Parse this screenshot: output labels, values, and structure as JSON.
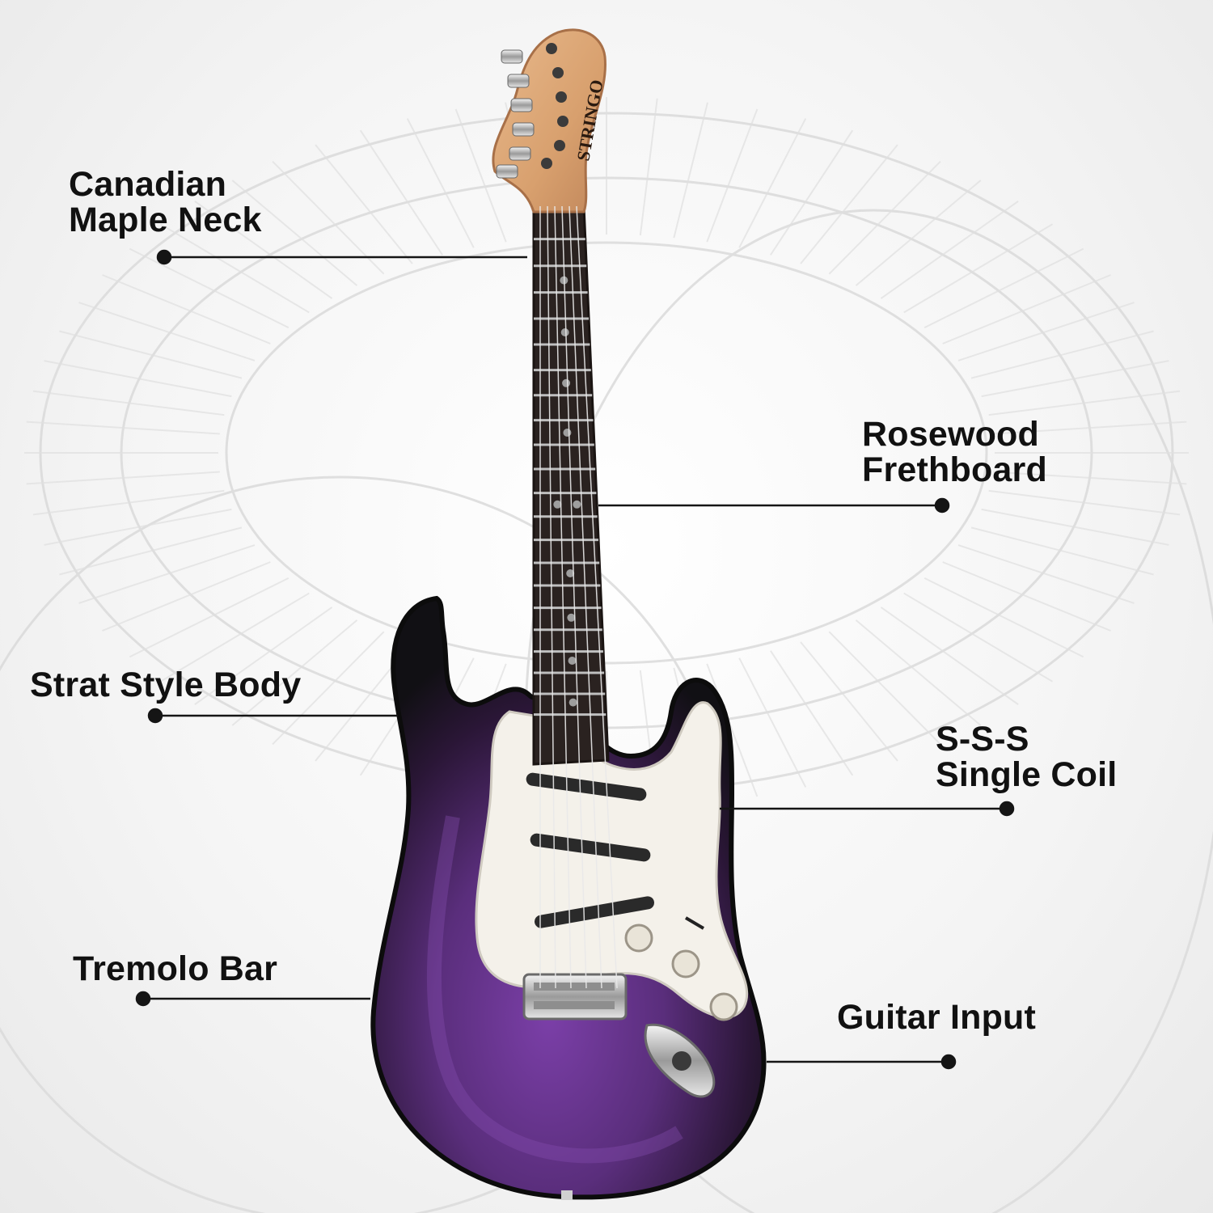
{
  "product": {
    "headstock_logo": "STRINGO",
    "body_color": "#3f2457",
    "accent_color": "#6a3b8f",
    "pickguard_color": "#f4f1ea"
  },
  "callouts": [
    {
      "id": "neck",
      "line1": "Canadian",
      "line2": "Maple Neck"
    },
    {
      "id": "fretboard",
      "line1": "Rosewood",
      "line2": "Frethboard"
    },
    {
      "id": "body",
      "line1": "Strat Style Body",
      "line2": ""
    },
    {
      "id": "pickups",
      "line1": "S-S-S",
      "line2": "Single Coil"
    },
    {
      "id": "tremolo",
      "line1": "Tremolo Bar",
      "line2": ""
    },
    {
      "id": "input",
      "line1": "Guitar Input",
      "line2": ""
    }
  ]
}
